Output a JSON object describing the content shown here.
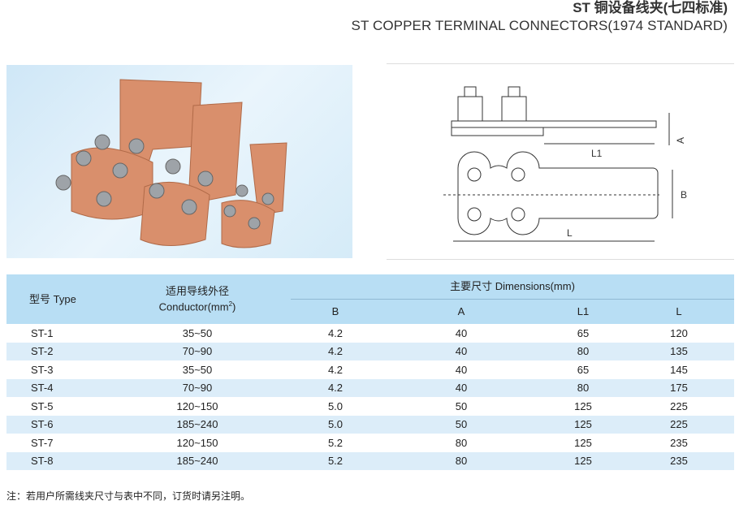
{
  "title_cn": "ST 铜设备线夹(七四标准)",
  "title_en": "ST COPPER TERMINAL CONNECTORS(1974 STANDARD)",
  "drawing_labels": {
    "a": "A",
    "b": "B",
    "l": "L",
    "l1": "L1"
  },
  "table": {
    "type_header": "型号 Type",
    "conductor_header_cn": "适用导线外径",
    "conductor_header_en": "Conductor(mm",
    "conductor_sup": "2",
    "conductor_close": ")",
    "dimensions_header": "主要尺寸 Dimensions(mm)",
    "dim_columns": [
      "B",
      "A",
      "L1",
      "L"
    ],
    "rows": [
      [
        "ST-1",
        "35~50",
        "4.2",
        "40",
        "65",
        "120"
      ],
      [
        "ST-2",
        "70~90",
        "4.2",
        "40",
        "80",
        "135"
      ],
      [
        "ST-3",
        "35~50",
        "4.2",
        "40",
        "65",
        "145"
      ],
      [
        "ST-4",
        "70~90",
        "4.2",
        "40",
        "80",
        "175"
      ],
      [
        "ST-5",
        "120~150",
        "5.0",
        "50",
        "125",
        "225"
      ],
      [
        "ST-6",
        "185~240",
        "5.0",
        "50",
        "125",
        "225"
      ],
      [
        "ST-7",
        "120~150",
        "5.2",
        "80",
        "125",
        "235"
      ],
      [
        "ST-8",
        "185~240",
        "5.2",
        "80",
        "125",
        "235"
      ]
    ]
  },
  "note": "注：若用户所需线夹尺寸与表中不同，订货时请另注明。"
}
